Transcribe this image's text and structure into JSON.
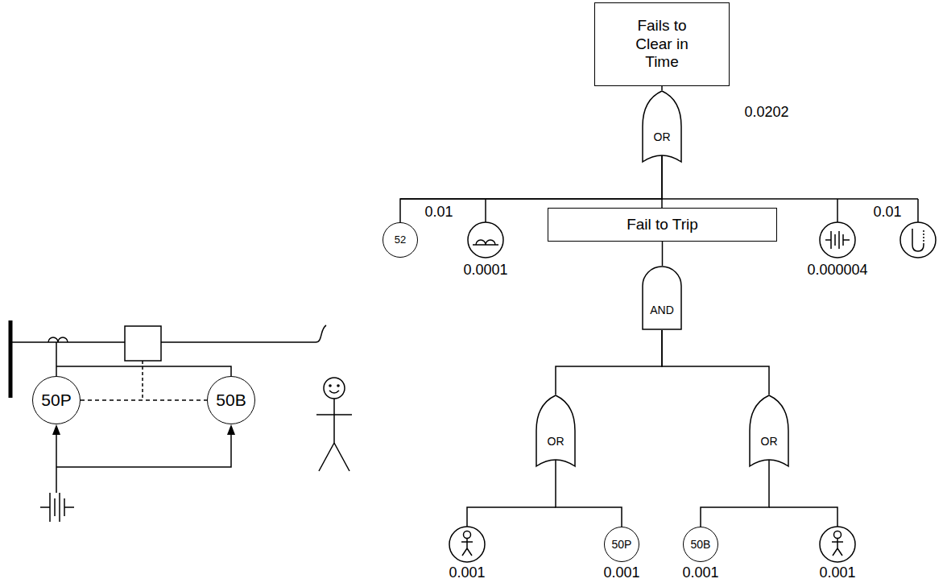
{
  "diagram": {
    "nodes": [
      {
        "text": [
          "Fails to Clear in Time"
        ]
      },
      {
        "text": [
          "OR"
        ]
      },
      {
        "text": [
          "52"
        ]
      },
      {
        "text": [
          "Fail to Trip"
        ]
      },
      {
        "text": [
          "AND"
        ]
      },
      {
        "text": [
          "OR"
        ]
      },
      {
        "text": [
          "OR"
        ]
      },
      {
        "text": [
          "50P"
        ]
      },
      {
        "text": [
          "50B"
        ]
      },
      {
        "text": [
          "50P"
        ]
      },
      {
        "text": [
          "50B"
        ]
      }
    ],
    "edges": [
      {
        "from": 0,
        "to": 1,
        "arrow": "none"
      },
      {
        "from": 1,
        "to": 2,
        "arrow": "none"
      },
      {
        "from": 1,
        "to": 3,
        "arrow": "none"
      },
      {
        "from": 3,
        "to": 4,
        "arrow": "none"
      },
      {
        "from": 4,
        "to": 5,
        "arrow": "none"
      },
      {
        "from": 4,
        "to": 6,
        "arrow": "none"
      },
      {
        "from": 5,
        "to": 7,
        "arrow": "none"
      },
      {
        "from": 6,
        "to": 8,
        "arrow": "none"
      },
      {
        "from": 9,
        "to": 10,
        "arrow": "none"
      }
    ],
    "labels": [
      "0.0202",
      "0.01",
      "0.0001",
      "0.000004",
      "0.01",
      "0.001",
      "0.001",
      "0.001",
      "0.001"
    ]
  }
}
